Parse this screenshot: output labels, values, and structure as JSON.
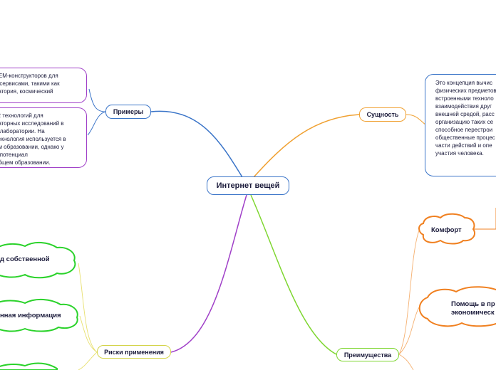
{
  "diagram": {
    "central": "Интернет вещей",
    "branches": {
      "primery": "Примеры",
      "sushchnost": "Сущность",
      "riski": "Риски применения",
      "preimushchestva": "Преимущества"
    },
    "notes": {
      "primery_1": [
        "TEM-конструкторов для",
        "т-сервисами, такими как",
        "ратория, космический"
      ],
      "primery_2": [
        "/R технологий для",
        "раторных исследований в",
        "й лаборатории. На",
        "технология используется в",
        "ом образовании, однако у",
        "й потенциал",
        "общем образовании."
      ],
      "sushchnost_1": [
        "Это концепция вычис",
        "физических предметов",
        "встроенными техноло",
        "взаимодействия друг",
        "внешней средой, расс",
        "организацию таких се",
        "способное перестрои",
        "общественные процес",
        "части действий и опе",
        "участия человека."
      ]
    },
    "risks": [
      "д собственной",
      "нная информация"
    ],
    "advantages": [
      "Комфорт",
      "Помощь в пр",
      "экономическ"
    ]
  }
}
